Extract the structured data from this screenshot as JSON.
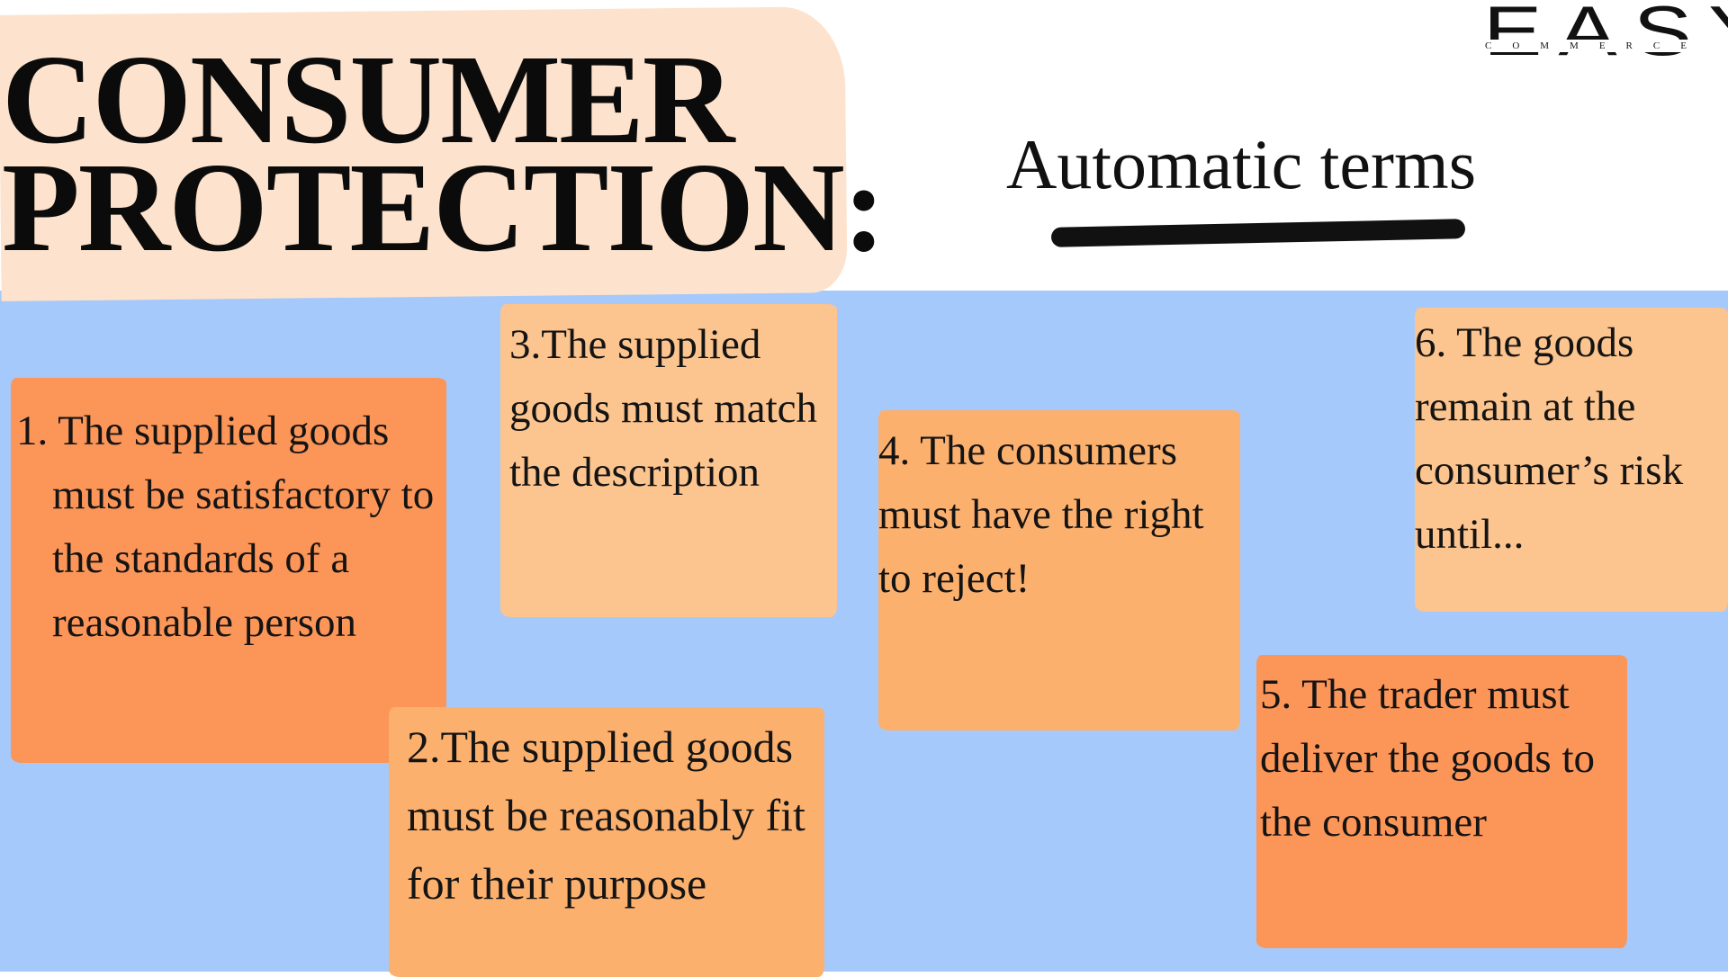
{
  "header": {
    "title_line1": "CONSUMER",
    "title_line2": "PROTECTION:",
    "subtitle": "Automatic terms"
  },
  "logo": {
    "word": "EASY",
    "sub": "COMMERCE"
  },
  "notes": [
    {
      "id": "1",
      "text": "1. The supplied goods must be satisfactory to the standards of a reasonable person"
    },
    {
      "id": "2",
      "text": "2.The supplied goods must be reasonably fit for their purpose"
    },
    {
      "id": "3",
      "text": "3.The supplied goods must match the description"
    },
    {
      "id": "4",
      "text": "4. The consumers must have the right to reject!"
    },
    {
      "id": "5",
      "text": "5. The trader must deliver the goods to the consumer"
    },
    {
      "id": "6",
      "text": "6. The goods remain at the consumer’s risk until..."
    }
  ],
  "colors": {
    "background_blue": "#a6c9fb",
    "highlight_peach": "#fde3cd",
    "note_dark_orange": "#fc9558",
    "note_mid_orange": "#fcb06e",
    "note_light_orange": "#fcc48e"
  }
}
